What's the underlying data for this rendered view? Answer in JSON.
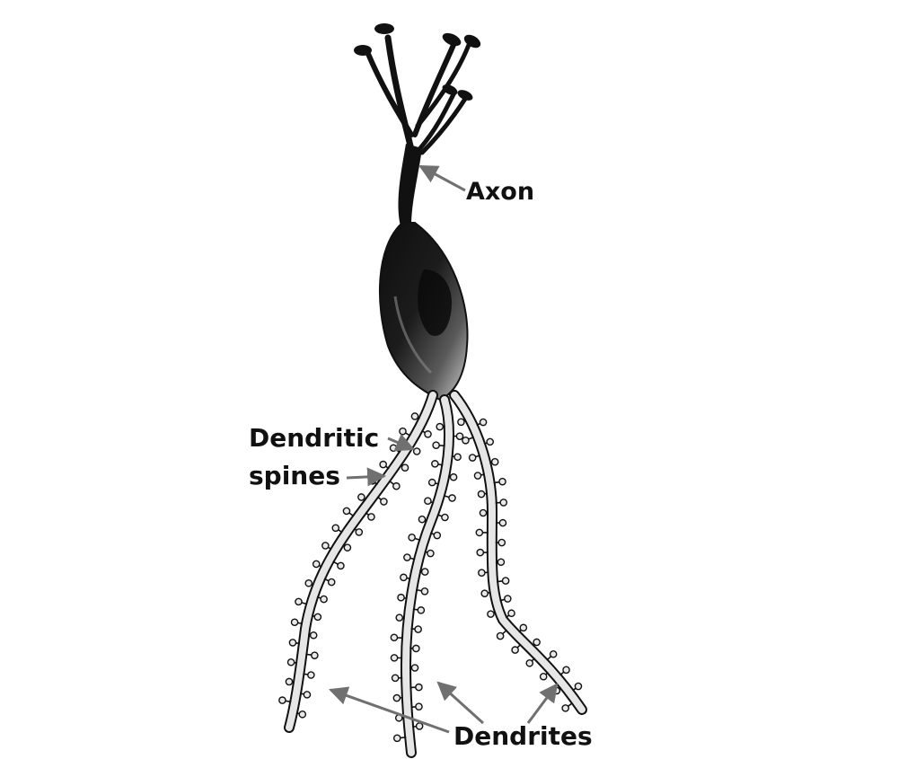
{
  "labels": {
    "axon": "Axon",
    "dendritic_spines_line1": "Dendritic",
    "dendritic_spines_line2": "spines",
    "dendrites": "Dendrites"
  },
  "colors": {
    "ink": "#111111",
    "arrow": "#707070",
    "dendrite_fill": "#e6e6e6",
    "soma_dark": "#141414",
    "soma_mid": "#5a5a5a",
    "soma_light": "#c9c9c9"
  }
}
